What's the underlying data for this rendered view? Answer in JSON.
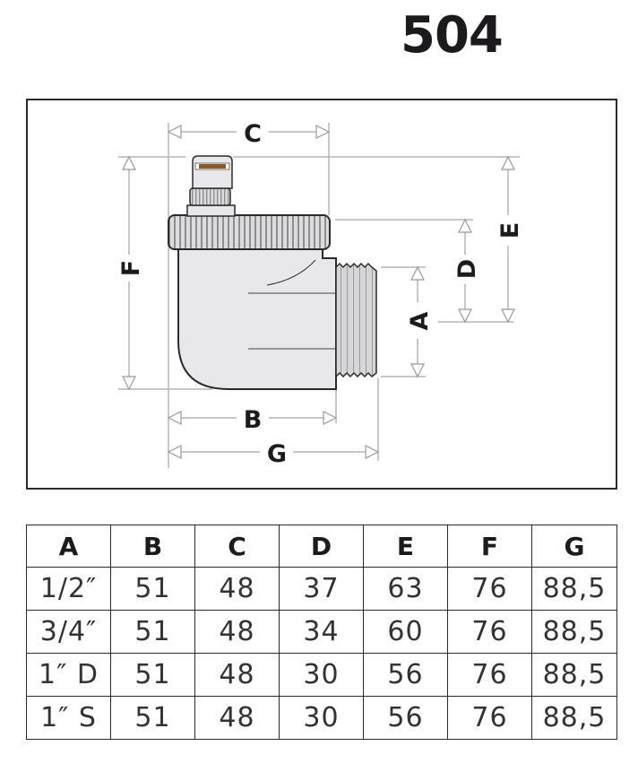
{
  "product_code": "504",
  "diagram": {
    "description": "Automatic air vent elbow with knurled cap and male thread",
    "dimension_labels": [
      "A",
      "B",
      "C",
      "D",
      "E",
      "F",
      "G"
    ],
    "colors": {
      "body_fill": "#e8e8ea",
      "outline": "#2a2a2a",
      "dimension_line": "#b0b0b0",
      "cap_insert": "#8a5a2a"
    }
  },
  "table": {
    "headers": [
      "A",
      "B",
      "C",
      "D",
      "E",
      "F",
      "G"
    ],
    "rows": [
      [
        "1/2″",
        "51",
        "48",
        "37",
        "63",
        "76",
        "88,5"
      ],
      [
        "3/4″",
        "51",
        "48",
        "34",
        "60",
        "76",
        "88,5"
      ],
      [
        "1″ D",
        "51",
        "48",
        "30",
        "56",
        "76",
        "88,5"
      ],
      [
        "1″ S",
        "51",
        "48",
        "30",
        "56",
        "76",
        "88,5"
      ]
    ]
  }
}
